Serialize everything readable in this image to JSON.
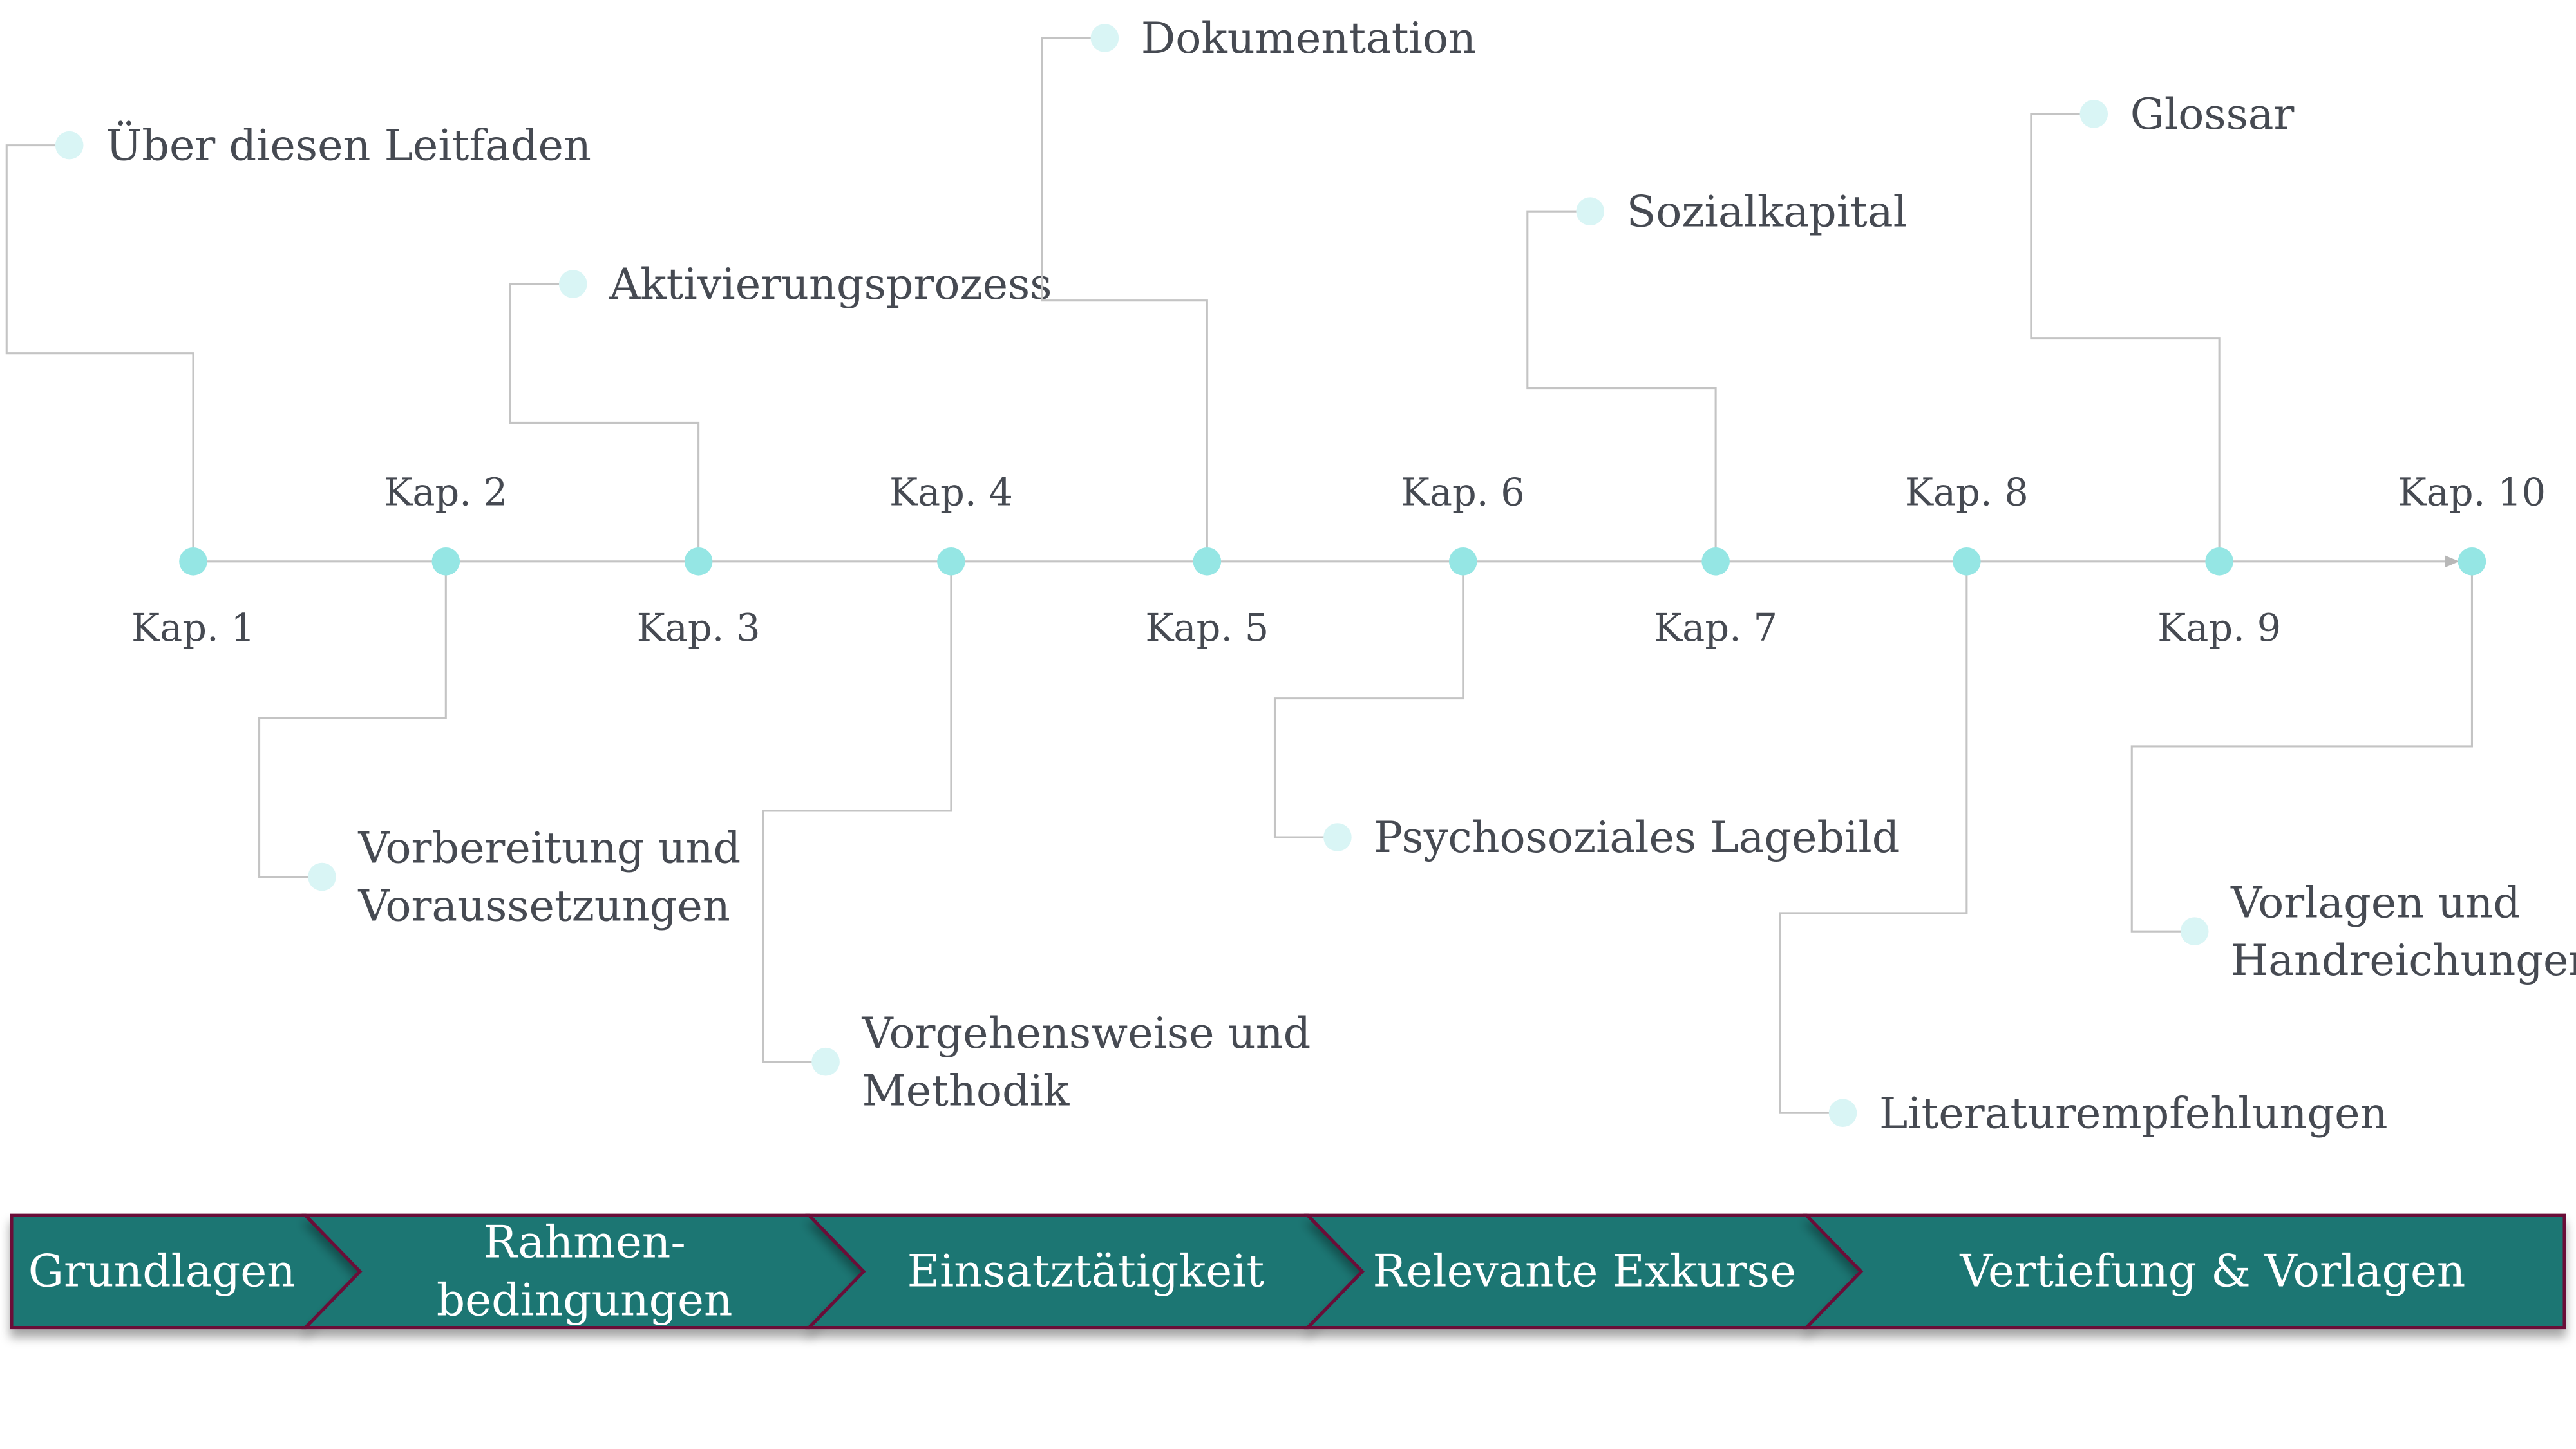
{
  "colors": {
    "node": "#95e6e4",
    "topic_dot": "#d9f5f5",
    "line": "#c4c4c4",
    "text": "#464a52",
    "band_fill": "#1c7673",
    "band_stroke": "#6b1038"
  },
  "chapters": [
    {
      "kap": "Kap. 1",
      "topic": [
        "Über diesen Leitfaden"
      ]
    },
    {
      "kap": "Kap. 2",
      "topic": [
        "Vorbereitung und",
        "Voraussetzungen"
      ]
    },
    {
      "kap": "Kap. 3",
      "topic": [
        "Aktivierungsprozess"
      ]
    },
    {
      "kap": "Kap. 4",
      "topic": [
        "Vorgehensweise und",
        "Methodik"
      ]
    },
    {
      "kap": "Kap. 5",
      "topic": [
        "Dokumentation"
      ]
    },
    {
      "kap": "Kap. 6",
      "topic": [
        "Psychosoziales Lagebild"
      ]
    },
    {
      "kap": "Kap. 7",
      "topic": [
        "Sozialkapital"
      ]
    },
    {
      "kap": "Kap. 8",
      "topic": [
        "Literaturempfehlungen"
      ]
    },
    {
      "kap": "Kap. 9",
      "topic": [
        "Glossar"
      ]
    },
    {
      "kap": "Kap. 10",
      "topic": [
        "Vorlagen und",
        "Handreichungen"
      ]
    }
  ],
  "sections": [
    {
      "label": [
        "Grundlagen"
      ]
    },
    {
      "label": [
        "Rahmen-",
        "bedingungen"
      ]
    },
    {
      "label": [
        "Einsatztätigkeit"
      ]
    },
    {
      "label": [
        "Relevante Exkurse"
      ]
    },
    {
      "label": [
        "Vertiefung & Vorlagen"
      ]
    }
  ]
}
